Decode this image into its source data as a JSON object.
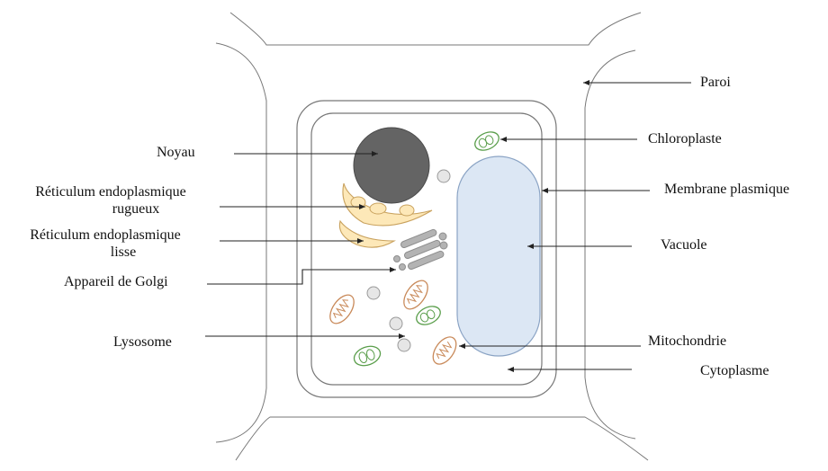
{
  "labels": {
    "paroi": "Paroi",
    "chloroplaste": "Chloroplaste",
    "membrane": "Membrane plasmique",
    "vacuole": "Vacuole",
    "mitochondrie": "Mitochondrie",
    "cytoplasme": "Cytoplasme",
    "noyau": "Noyau",
    "rer_line1": "Réticulum endoplasmique",
    "rer_line2": "rugueux",
    "rel_line1": "Réticulum endoplasmique",
    "rel_line2": "lisse",
    "golgi": "Appareil de Golgi",
    "lysosome": "Lysosome"
  },
  "colors": {
    "nucleus": "#646464",
    "vacuole_fill": "#dce7f4",
    "vacuole_stroke": "#8aa3c4",
    "reticulum_fill": "#fde8b8",
    "reticulum_stroke": "#c9a25e",
    "golgi": "#a9a9a9",
    "lysosome_fill": "#e6e6e6",
    "mitochondria": "#c98a5a",
    "chloroplast": "#5a9e4b",
    "wall": "#777777"
  }
}
